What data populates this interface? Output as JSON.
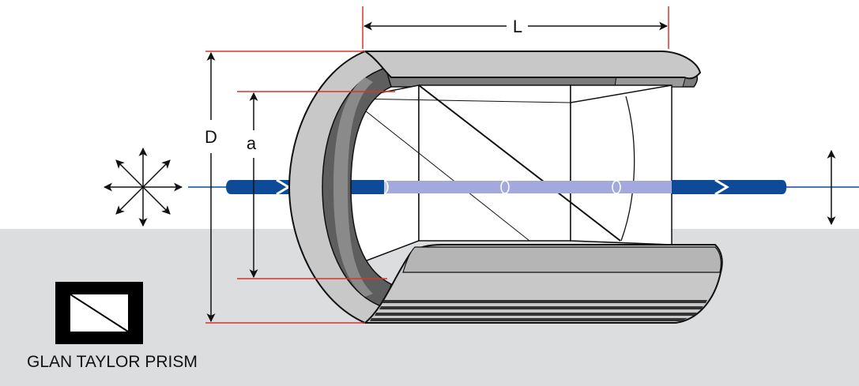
{
  "caption": "GLAN TAYLOR PRISM",
  "dimensions": {
    "length_label": "L",
    "outer_diameter_label": "D",
    "aperture_label": "a"
  },
  "colors": {
    "background_band": "#dcdddf",
    "beam_solid": "#0d4a98",
    "beam_light": "#a3a9dc",
    "dimension_red": "#d9352a",
    "housing_light": "#c8c8c8",
    "housing_dark": "#777777",
    "outline": "#111111"
  },
  "icons": {
    "input_polarization": "unpolarized-star-icon",
    "output_polarization": "vertical-double-arrow-icon",
    "prism_symbol": "glan-taylor-symbol-icon"
  }
}
